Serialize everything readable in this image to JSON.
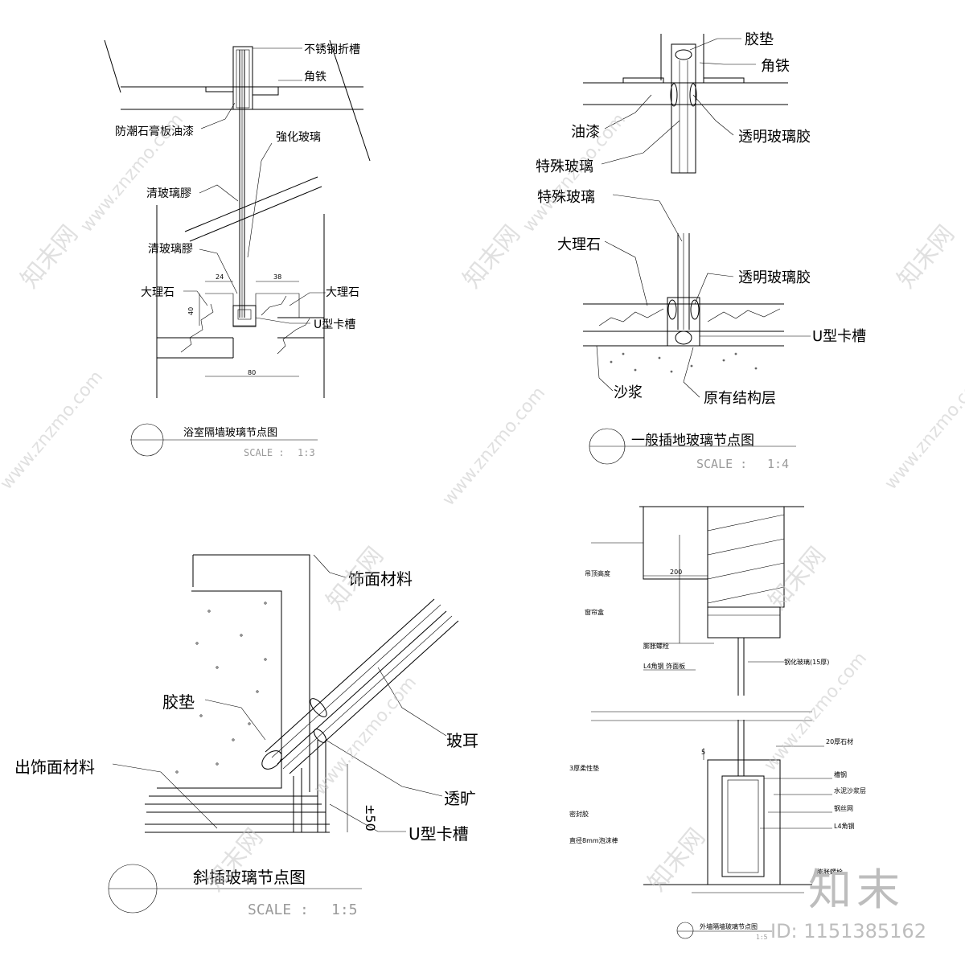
{
  "diagram1": {
    "title": "浴室隔墙玻璃节点图",
    "scale_label": "SCALE :",
    "scale_value": "1:3",
    "labels": {
      "stainless_channel": "不锈钢折槽",
      "angle_iron": "角铁",
      "gypsum_board_paint": "防潮石膏板油漆",
      "tempered_glass": "強化玻璃",
      "clear_glue_1": "清玻璃膠",
      "clear_glue_2": "清玻璃膠",
      "marble_left": "大理石",
      "marble_right": "大理石",
      "u_channel": "U型卡槽"
    },
    "dims": {
      "left": "24",
      "right": "38",
      "height": "40",
      "bottom": "80"
    }
  },
  "diagram2": {
    "title": "一般插地玻璃节点图",
    "scale_label": "SCALE :",
    "scale_value": "1:4",
    "labels": {
      "rubber_pad": "胶垫",
      "angle_iron": "角铁",
      "paint": "油漆",
      "clear_glass_glue_top": "透明玻璃胶",
      "special_glass_top": "特殊玻璃",
      "special_glass_bottom": "特殊玻璃",
      "marble": "大理石",
      "clear_glass_glue_bottom": "透明玻璃胶",
      "u_channel": "U型卡槽",
      "mortar": "沙浆",
      "structure_layer": "原有结构层"
    }
  },
  "diagram3": {
    "title": "斜插玻璃节点图",
    "scale_label": "SCALE :",
    "scale_value": "1:5",
    "labels": {
      "finish_material": "饰面材料",
      "rubber_pad": "胶垫",
      "finish_material_cut": "出饰面材料",
      "glass_cut": "玻耳",
      "clear_cut": "透旷",
      "u_channel": "U型卡槽"
    },
    "dims": {
      "offset": "±50"
    }
  },
  "diagram4": {
    "title": "外墙隔墙玻璃节点图",
    "scale_value": "1:5",
    "labels": {
      "ceiling_height": "吊顶高度",
      "curtain_box": "窗帘盒",
      "expansion_bolt": "膨胀螺栓",
      "angle_steel_panel": "L4角钢 饰面板",
      "tempered_glass": "钢化玻璃(15厚)",
      "stone_20": "20厚石材",
      "flexible_pad": "3厚柔性垫",
      "channel_steel": "槽钢",
      "cement_mortar": "水泥沙浆层",
      "steel_mesh": "钢丝网",
      "angle_steel": "L4角钢",
      "sealant": "密封胶",
      "foam_rod": "直径8mm泡沫棒",
      "bolt_bottom": "膨胀螺栓"
    },
    "dims": {
      "d200": "200",
      "d5": "5"
    }
  },
  "branding": {
    "logo_text": "知末",
    "id_text": "ID: 1151385162",
    "watermark_url": "www.znzmo.com",
    "watermark_brand": "知末网"
  },
  "colors": {
    "line": "#000000",
    "watermark": "#c8c8c8",
    "scale_text": "#9a9a9a"
  }
}
